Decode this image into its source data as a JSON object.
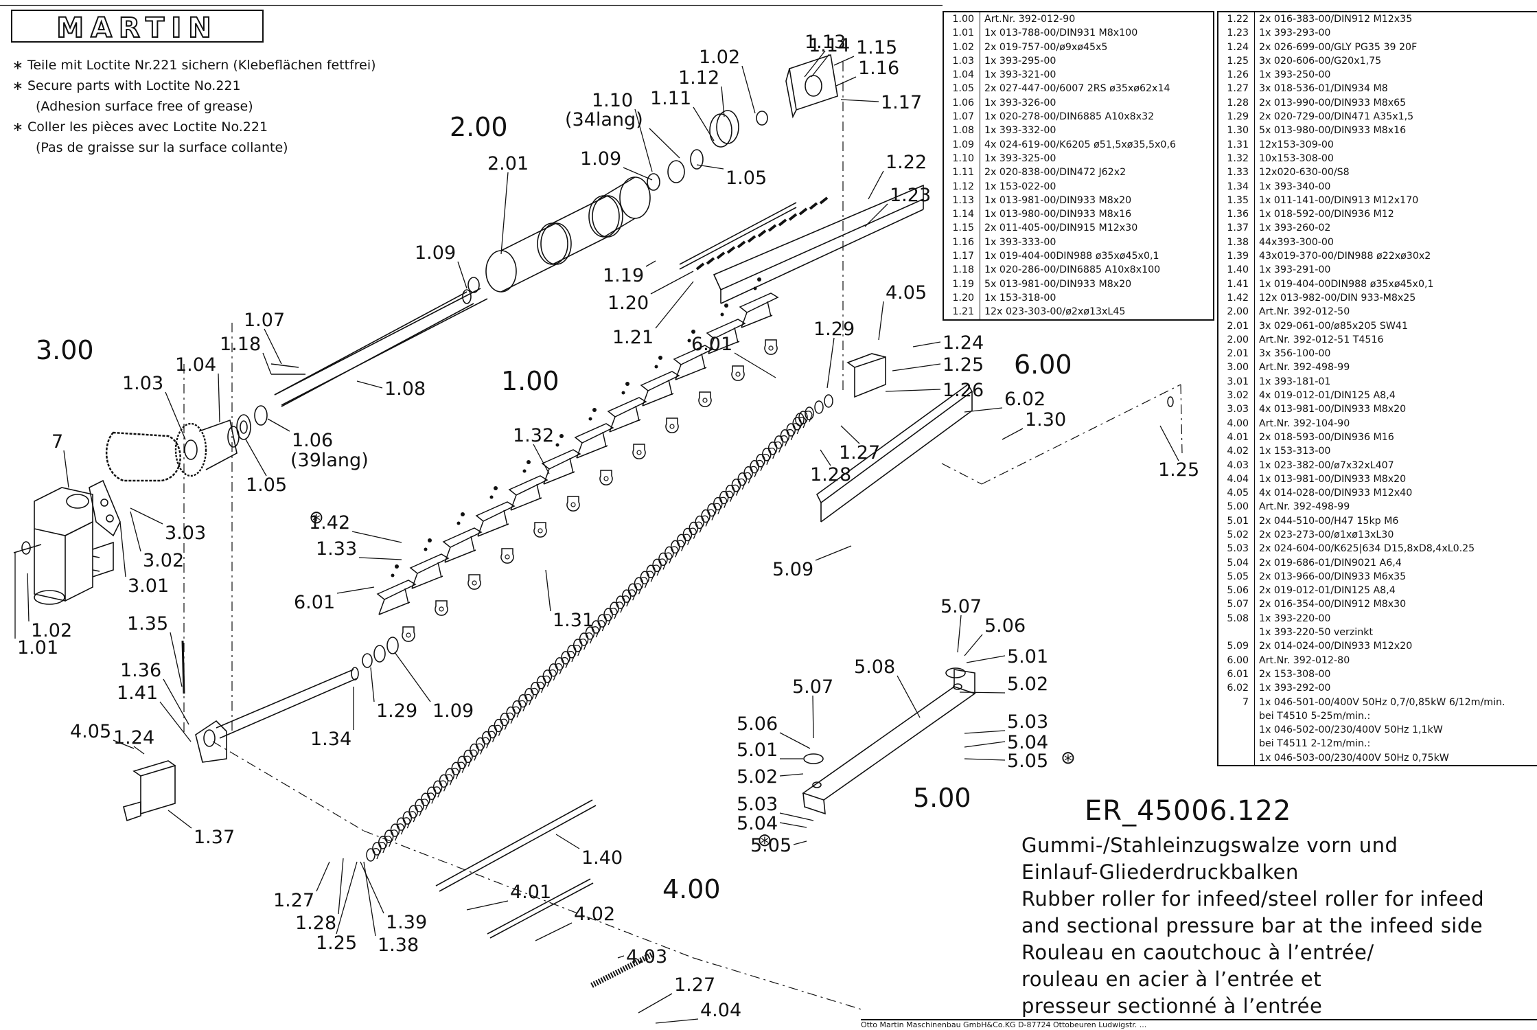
{
  "logo": {
    "text": "MARTIN"
  },
  "notes": [
    "∗ Teile mit Loctite Nr.221 sichern (Klebeflächen fettfrei)",
    "∗ Secure parts with Loctite No.221",
    "(Adhesion surface free of grease)",
    "∗ Coller les pièces avec Loctite No.221",
    "(Pas de graisse sur la surface collante)"
  ],
  "document": {
    "number": "ER_45006.122",
    "description": [
      "Gummi-/Stahleinzugswalze vorn und",
      "Einlauf-Gliederdruckbalken",
      "Rubber roller for infeed/steel roller for infeed",
      "and sectional pressure bar at the infeed side",
      "Rouleau en caoutchouc à l’entrée/",
      "rouleau en acier à l’entrée et",
      "presseur sectionné à l’entrée"
    ],
    "footer": "Otto Martin Maschinenbau GmbH&Co.KG  D-87724 Ottobeuren  Ludwigstr.  ..."
  },
  "parts_table_left": [
    [
      "1.00",
      "Art.Nr. 392-012-90"
    ],
    [
      "1.01",
      "1x 013-788-00/DIN931 M8x100"
    ],
    [
      "1.02",
      "2x 019-757-00/ø9xø45x5"
    ],
    [
      "1.03",
      "1x 393-295-00"
    ],
    [
      "1.04",
      "1x 393-321-00"
    ],
    [
      "1.05",
      "2x 027-447-00/6007 2RS ø35xø62x14"
    ],
    [
      "1.06",
      "1x 393-326-00"
    ],
    [
      "1.07",
      "1x 020-278-00/DIN6885 A10x8x32"
    ],
    [
      "1.08",
      "1x 393-332-00"
    ],
    [
      "1.09",
      "4x 024-619-00/K6205 ø51,5xø35,5x0,6"
    ],
    [
      "1.10",
      "1x 393-325-00"
    ],
    [
      "1.11",
      "2x 020-838-00/DIN472 J62x2"
    ],
    [
      "1.12",
      "1x 153-022-00"
    ],
    [
      "1.13",
      "1x 013-981-00/DIN933 M8x20"
    ],
    [
      "1.14",
      "1x 013-980-00/DIN933 M8x16"
    ],
    [
      "1.15",
      "2x 011-405-00/DIN915 M12x30"
    ],
    [
      "1.16",
      "1x 393-333-00"
    ],
    [
      "1.17",
      "1x 019-404-00DIN988 ø35xø45x0,1"
    ],
    [
      "1.18",
      "1x 020-286-00/DIN6885 A10x8x100"
    ],
    [
      "1.19",
      "5x 013-981-00/DIN933 M8x20"
    ],
    [
      "1.20",
      "1x 153-318-00"
    ],
    [
      "1.21",
      "12x 023-303-00/ø2xø13xL45"
    ]
  ],
  "parts_table_right": [
    [
      "1.22",
      "2x 016-383-00/DIN912 M12x35"
    ],
    [
      "1.23",
      "1x 393-293-00"
    ],
    [
      "1.24",
      "2x 026-699-00/GLY PG35 39 20F"
    ],
    [
      "1.25",
      "3x 020-606-00/G20x1,75"
    ],
    [
      "1.26",
      "1x 393-250-00"
    ],
    [
      "1.27",
      "3x 018-536-01/DIN934 M8"
    ],
    [
      "1.28",
      "2x 013-990-00/DIN933 M8x65"
    ],
    [
      "1.29",
      "2x 020-729-00/DIN471 A35x1,5"
    ],
    [
      "1.30",
      "5x 013-980-00/DIN933 M8x16"
    ],
    [
      "1.31",
      "12x153-309-00"
    ],
    [
      "1.32",
      "10x153-308-00"
    ],
    [
      "1.33",
      "12x020-630-00/S8"
    ],
    [
      "1.34",
      "1x 393-340-00"
    ],
    [
      "1.35",
      "1x 011-141-00/DIN913 M12x170"
    ],
    [
      "1.36",
      "1x 018-592-00/DIN936 M12"
    ],
    [
      "1.37",
      "1x 393-260-02"
    ],
    [
      "1.38",
      "44x393-300-00"
    ],
    [
      "1.39",
      "43x019-370-00/DIN988 ø22xø30x2"
    ],
    [
      "1.40",
      "1x 393-291-00"
    ],
    [
      "1.41",
      "1x 019-404-00DIN988 ø35xø45x0,1"
    ],
    [
      "1.42",
      "12x 013-982-00/DIN 933-M8x25"
    ],
    [
      "2.00",
      "Art.Nr. 392-012-50"
    ],
    [
      "2.01",
      "3x 029-061-00/ø85x205 SW41"
    ],
    [
      "2.00",
      "Art.Nr. 392-012-51 T4516"
    ],
    [
      "2.01",
      "3x 356-100-00"
    ],
    [
      "3.00",
      "Art.Nr. 392-498-99"
    ],
    [
      "3.01",
      "1x 393-181-01"
    ],
    [
      "3.02",
      "4x 019-012-01/DIN125 A8,4"
    ],
    [
      "3.03",
      "4x 013-981-00/DIN933 M8x20"
    ],
    [
      "4.00",
      "Art.Nr. 392-104-90"
    ],
    [
      "4.01",
      "2x 018-593-00/DIN936 M16"
    ],
    [
      "4.02",
      "1x 153-313-00"
    ],
    [
      "4.03",
      "1x 023-382-00/ø7x32xL407"
    ],
    [
      "4.04",
      "1x 013-981-00/DIN933 M8x20"
    ],
    [
      "4.05",
      "4x 014-028-00/DIN933 M12x40"
    ],
    [
      "5.00",
      "Art.Nr. 392-498-99"
    ],
    [
      "5.01",
      "2x 044-510-00/H47 15kp M6"
    ],
    [
      "5.02",
      "2x 023-273-00/ø1xø13xL30"
    ],
    [
      "5.03",
      "2x 024-604-00/K625|634 D15,8xD8,4xL0.25"
    ],
    [
      "5.04",
      "2x 019-686-01/DIN9021 A6,4"
    ],
    [
      "5.05",
      "2x 013-966-00/DIN933 M6x35"
    ],
    [
      "5.06",
      "2x 019-012-01/DIN125 A8,4"
    ],
    [
      "5.07",
      "2x 016-354-00/DIN912 M8x30"
    ],
    [
      "5.08",
      "1x 393-220-00"
    ],
    [
      "",
      "1x 393-220-50 verzinkt"
    ],
    [
      "5.09",
      "2x 014-024-00/DIN933 M12x20"
    ],
    [
      "6.00",
      "Art.Nr. 392-012-80"
    ],
    [
      "6.01",
      "2x 153-308-00"
    ],
    [
      "6.02",
      "1x 393-292-00"
    ],
    [
      "7",
      "1x 046-501-00/400V 50Hz 0,7/0,85kW 6/12m/min."
    ],
    [
      "",
      "bei T4510 5-25m/min.:"
    ],
    [
      "",
      "1x 046-502-00/230/400V 50Hz 1,1kW"
    ],
    [
      "",
      "bei T4511 2-12m/min.:"
    ],
    [
      "",
      "1x 046-503-00/230/400V 50Hz 0,75kW"
    ]
  ],
  "group_labels": [
    "2.00",
    "3.00",
    "1.00",
    "6.00",
    "5.00",
    "4.00"
  ],
  "callouts": [
    "1.13",
    "1.14",
    "1.15",
    "1.16",
    "1.17",
    "1.02",
    "1.12",
    "1.10",
    "(34lang)",
    "1.11",
    "1.09",
    "1.05",
    "2.01",
    "1.22",
    "1.23",
    "1.09",
    "1.19",
    "1.20",
    "1.21",
    "4.05",
    "1.24",
    "1.25",
    "1.26",
    "1.29",
    "6.01",
    "1.07",
    "1.18",
    "1.08",
    "1.03",
    "1.04",
    "1.06",
    "(39lang)",
    "1.05",
    "7",
    "3.03",
    "3.02",
    "3.01",
    "1.02",
    "1.01",
    "1.32",
    "6.02",
    "1.30",
    "1.27",
    "1.28",
    "1.25",
    "1.42",
    "1.33",
    "6.01",
    "1.31",
    "5.09",
    "1.35",
    "1.36",
    "1.41",
    "1.24",
    "4.05",
    "1.34",
    "1.29",
    "1.09",
    "1.37",
    "5.07",
    "5.06",
    "5.01",
    "5.02",
    "5.08",
    "5.07",
    "5.06",
    "5.01",
    "5.02",
    "5.03",
    "5.04",
    "5.05",
    "5.03",
    "5.04",
    "5.05",
    "1.40",
    "4.01",
    "4.02",
    "1.27",
    "1.28",
    "1.25",
    "1.39",
    "1.38",
    "4.03",
    "1.27",
    "4.04"
  ],
  "loctite_mark": "⊛"
}
